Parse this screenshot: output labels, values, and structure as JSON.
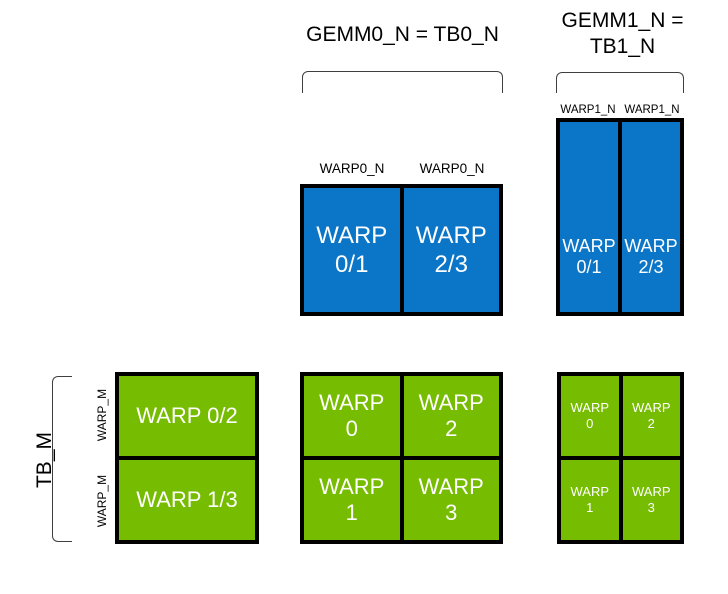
{
  "diagram": {
    "title_gemm0": "GEMM0_N = TB0_N",
    "title_gemm1": "GEMM1_N =\nTB1_N",
    "tb_m_label": "TB_M",
    "warp_m_label_top": "WARP_M",
    "warp_m_label_bottom": "WARP_M",
    "colors": {
      "blue": "#0b75c8",
      "green": "#76bc00",
      "outline": "#000000",
      "text_on_fill": "#ffffff",
      "background": "#ffffff"
    },
    "blue_row": {
      "left_block": {
        "name": "gemm0-blue-block",
        "column_labels": [
          "WARP0_N",
          "WARP0_N"
        ],
        "cells": [
          {
            "label": "WARP\n0/1"
          },
          {
            "label": "WARP\n2/3"
          }
        ]
      },
      "right_block": {
        "name": "gemm1-blue-block",
        "column_labels": [
          "WARP1_N",
          "WARP1_N"
        ],
        "cells": [
          {
            "label": "WARP\n0/1"
          },
          {
            "label": "WARP\n2/3"
          }
        ]
      }
    },
    "green_row": {
      "left_block": {
        "name": "tb-m-green-block",
        "cells": [
          {
            "label": "WARP 0/2"
          },
          {
            "label": "WARP 1/3"
          }
        ]
      },
      "middle_block": {
        "name": "gemm0-green-block",
        "cells": [
          {
            "label": "WARP\n0"
          },
          {
            "label": "WARP\n2"
          },
          {
            "label": "WARP\n1"
          },
          {
            "label": "WARP\n3"
          }
        ]
      },
      "right_block": {
        "name": "gemm1-green-block",
        "cells": [
          {
            "label": "WARP\n0"
          },
          {
            "label": "WARP\n2"
          },
          {
            "label": "WARP\n1"
          },
          {
            "label": "WARP\n3"
          }
        ]
      }
    }
  }
}
